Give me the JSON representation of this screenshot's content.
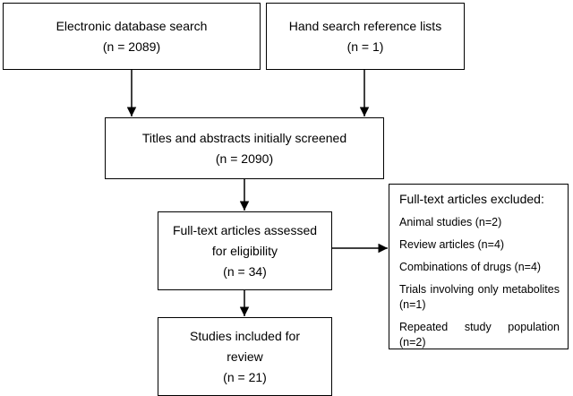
{
  "boxes": {
    "database_search": {
      "line1": "Electronic database search",
      "line2": "(n = 2089)"
    },
    "hand_search": {
      "line1": "Hand search reference lists",
      "line2": "(n = 1)"
    },
    "screened": {
      "line1": "Titles and abstracts initially screened",
      "line2": "(n = 2090)"
    },
    "full_text": {
      "line1": "Full-text articles assessed",
      "line2": "for eligibility",
      "line3": "(n = 34)"
    },
    "included": {
      "line1": "Studies included for",
      "line2": "review",
      "line3": "(n = 21)"
    },
    "excluded": {
      "title": "Full-text articles excluded:",
      "items": [
        "Animal studies (n=2)",
        "Review articles (n=4)",
        "Combinations of drugs (n=4)",
        "Trials involving only metabolites (n=1)",
        "Repeated study population (n=2)"
      ]
    }
  },
  "colors": {
    "stroke": "#000000",
    "background": "#ffffff"
  }
}
